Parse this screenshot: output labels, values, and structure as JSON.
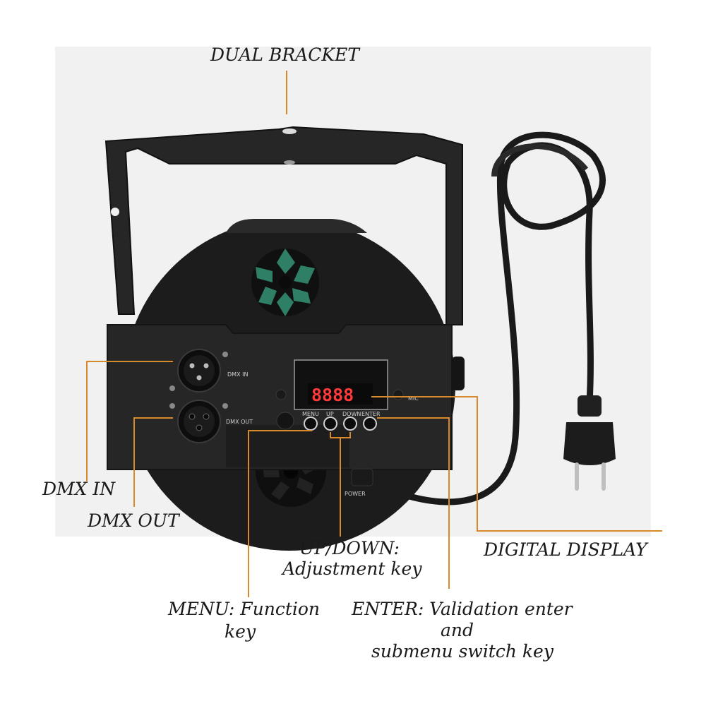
{
  "callouts": {
    "dual_bracket": "DUAL BRACKET",
    "dmx_in": "DMX  IN",
    "dmx_out": "DMX OUT",
    "digital_display": "DIGITAL DISPLAY",
    "up_down_line1": "UP/DOWN:",
    "up_down_line2": "Adjustment key",
    "menu_line1": "MENU: Function",
    "menu_line2": "key",
    "enter_line1": "ENTER: Validation enter",
    "enter_line2": "and",
    "enter_line3": "submenu switch key"
  },
  "device": {
    "display_readout": "8888",
    "button_labels": [
      "MENU",
      "UP",
      "DOWN",
      "ENTER"
    ],
    "port_in_label": "DMX IN",
    "port_out_label": "DMX OUT",
    "power_label": "POWER",
    "mic_label": "MIC"
  },
  "colors": {
    "leader_line": "#d9882a",
    "display_digits": "#ff3a3a",
    "body": "#1e1e1e"
  }
}
